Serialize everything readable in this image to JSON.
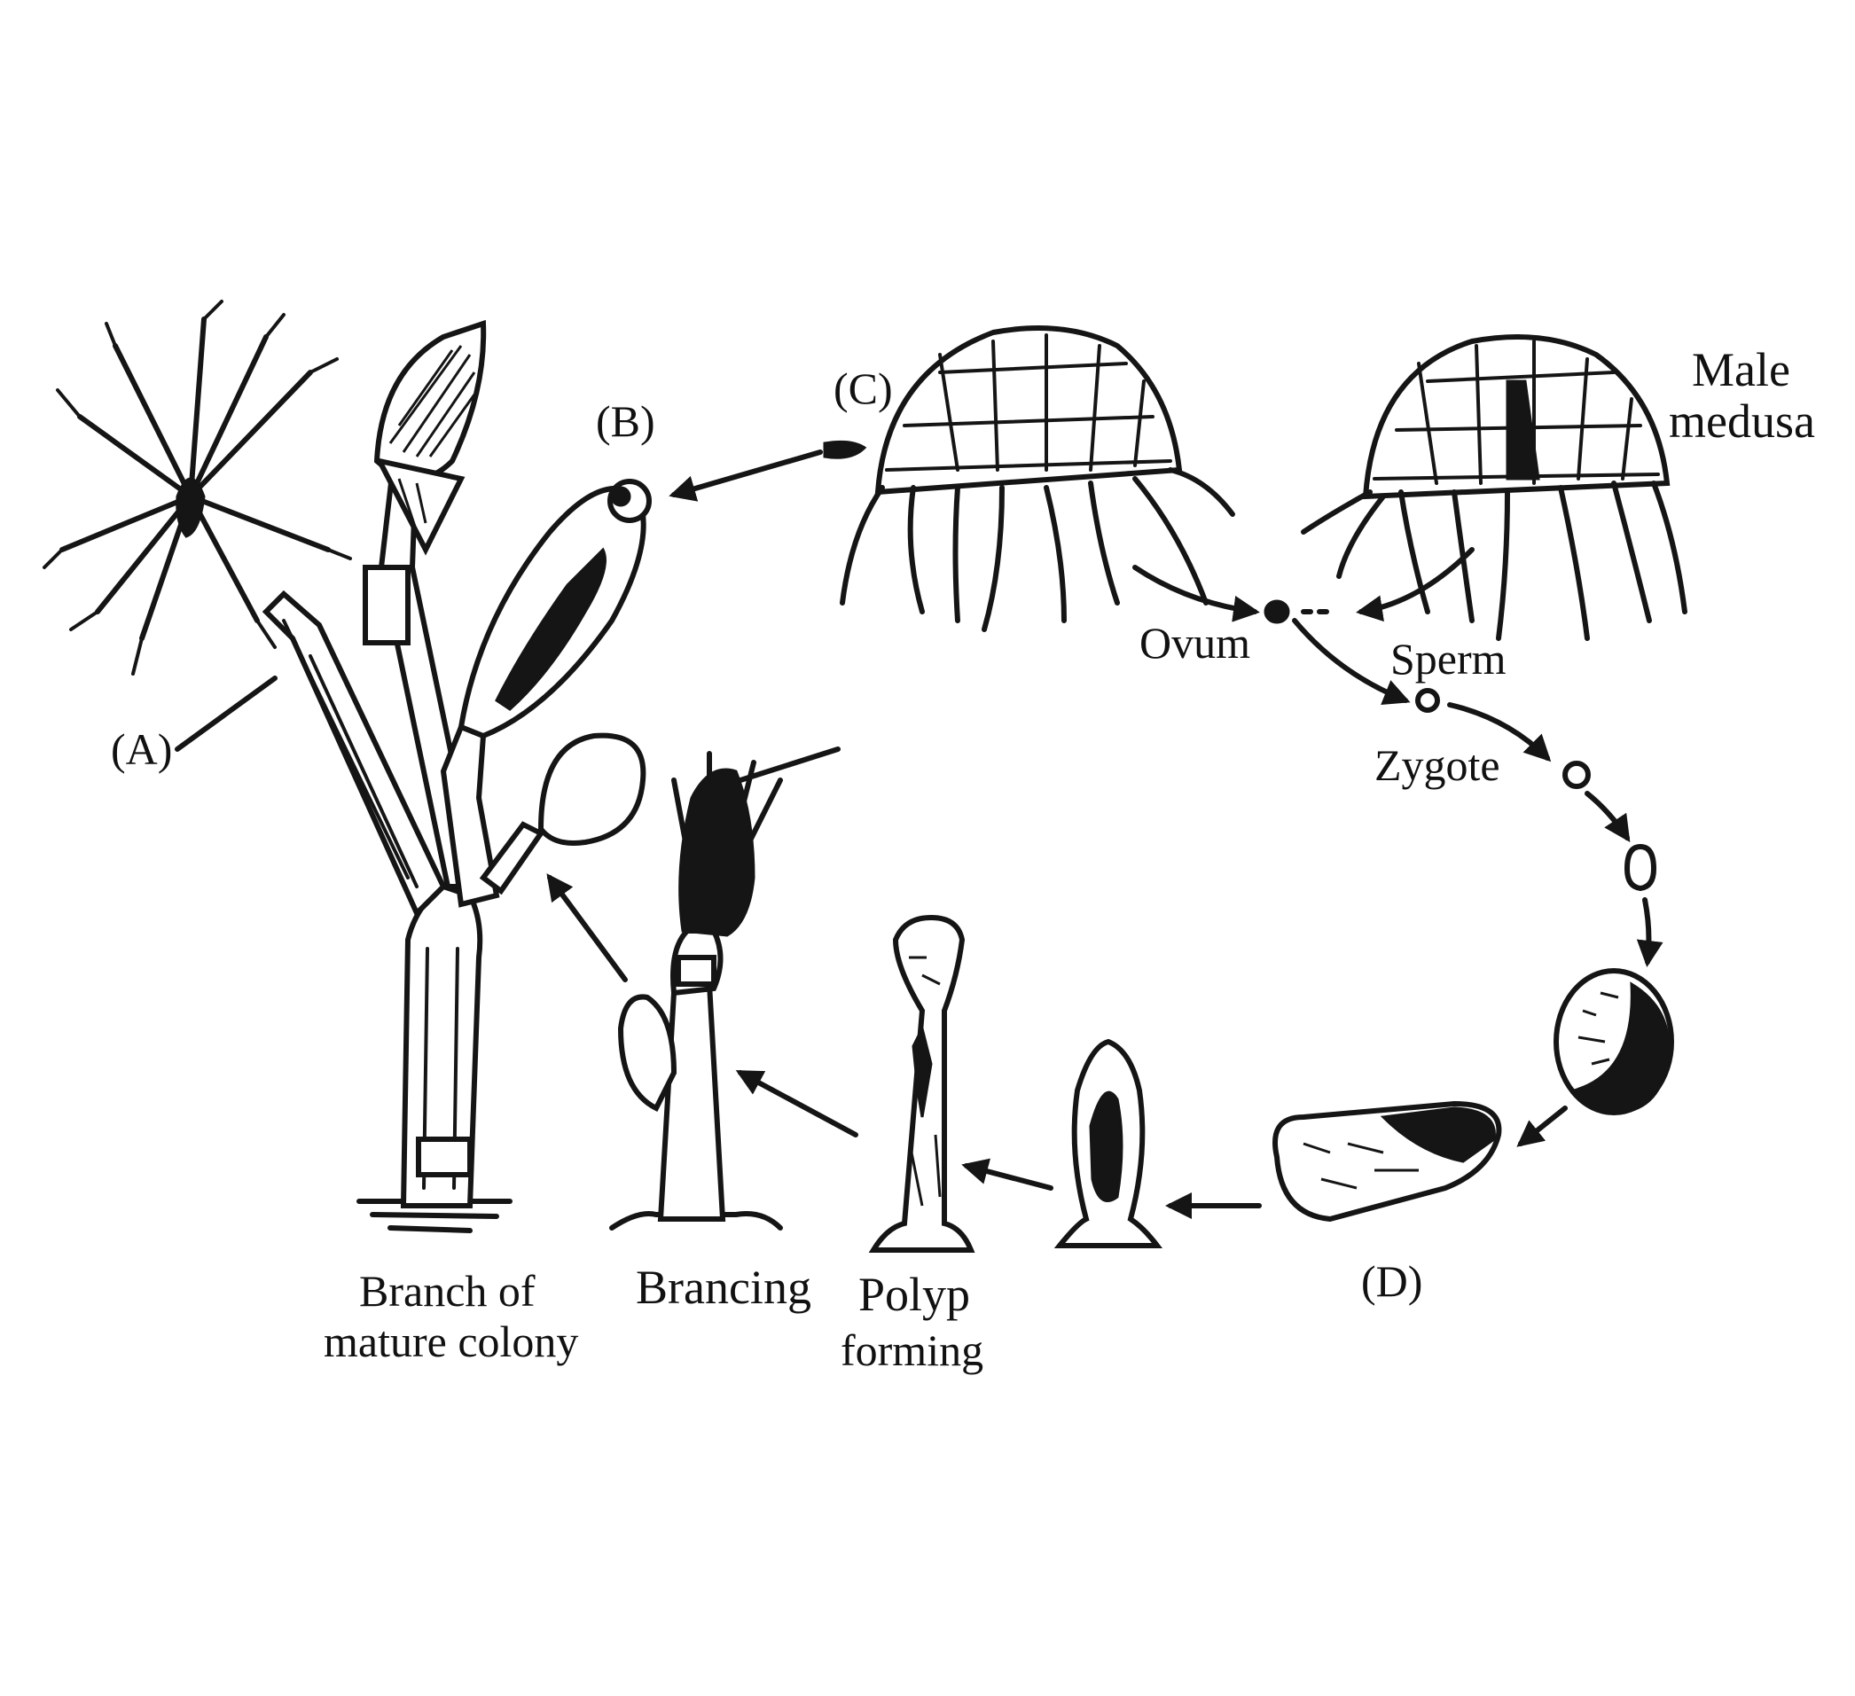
{
  "labels": {
    "a": "(A)",
    "b": "(B)",
    "c": "(C)",
    "d": "(D)",
    "male_medusa_line1": "Male",
    "male_medusa_line2": "medusa",
    "ovum": "Ovum",
    "sperm": "Sperm",
    "zygote": "Zygote",
    "branch_line1": "Branch of",
    "branch_line2": "mature colony",
    "brancing": "Brancing",
    "polyp_line1": "Polyp",
    "polyp_line2": "forming"
  },
  "colors": {
    "ink": "#151515",
    "background": "#ffffff"
  }
}
